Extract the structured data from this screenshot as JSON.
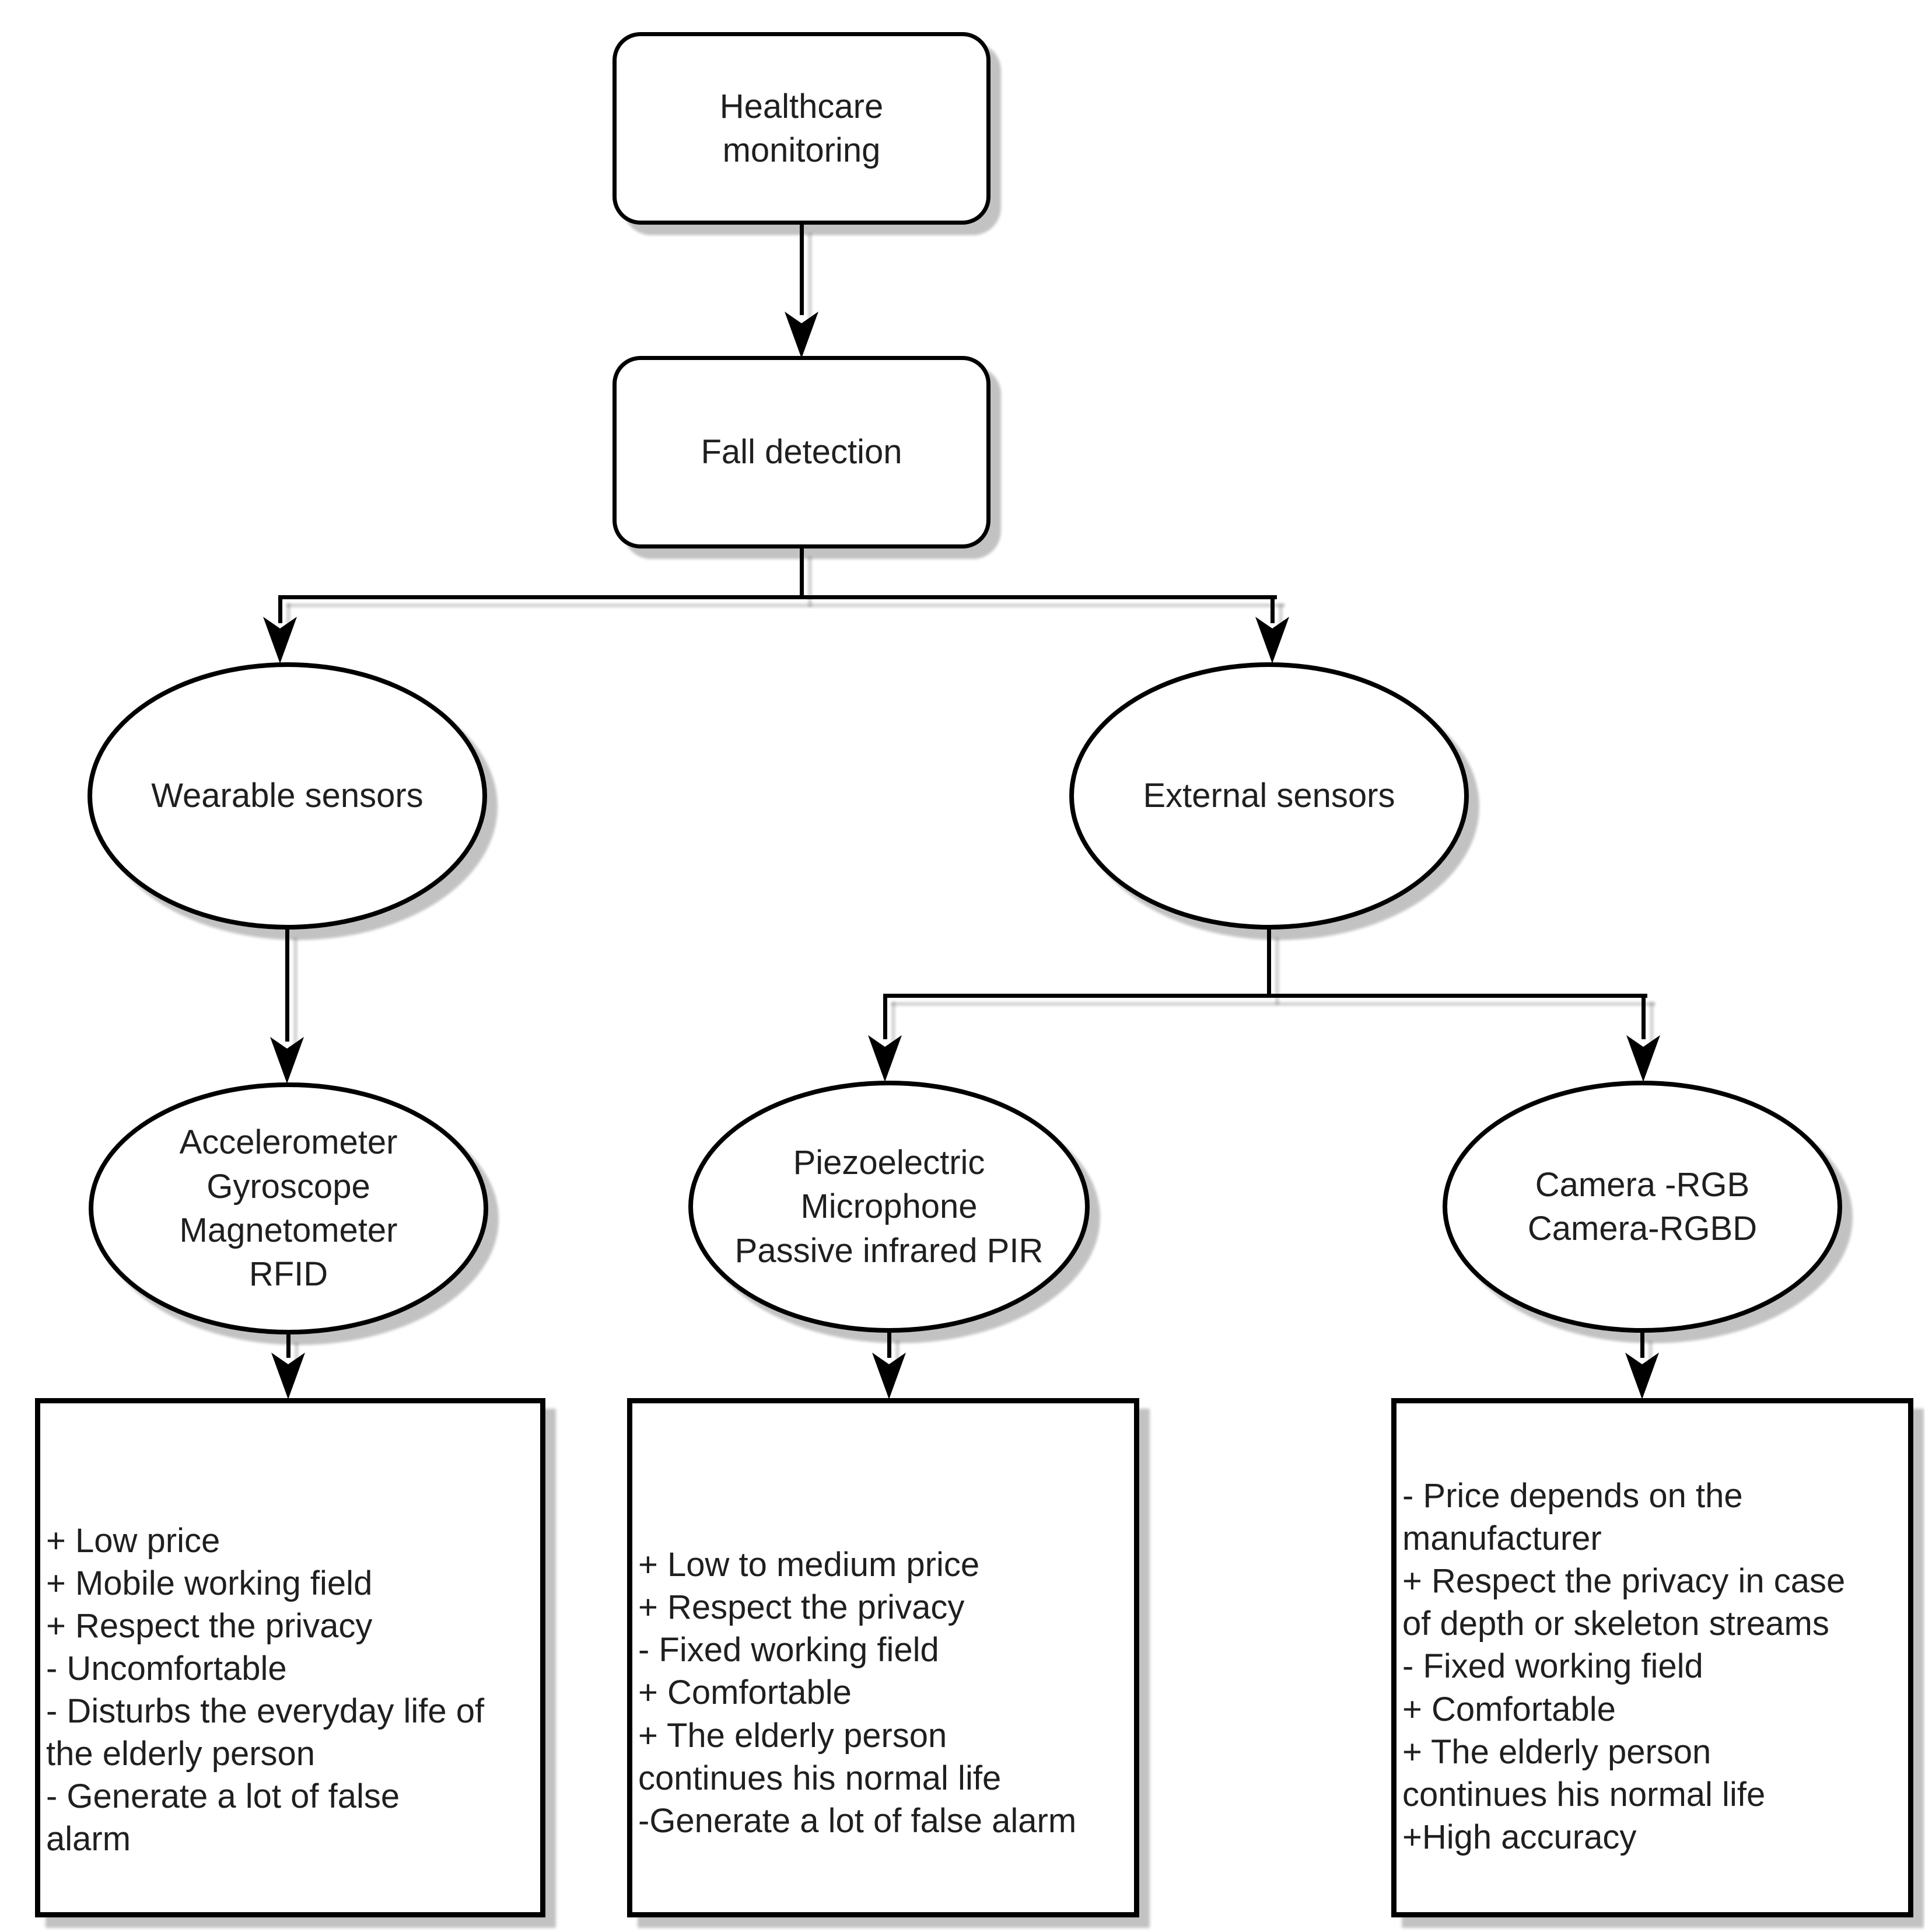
{
  "nodes": {
    "healthcare": {
      "label": "Healthcare\nmonitoring"
    },
    "fall_detection": {
      "label": "Fall detection"
    },
    "wearable": {
      "label": "Wearable sensors"
    },
    "external": {
      "label": "External sensors"
    },
    "wearable_types": {
      "label": "Accelerometer\nGyroscope\nMagnetometer\nRFID"
    },
    "ambient_types": {
      "label": "Piezoelectric\nMicrophone\nPassive infrared PIR"
    },
    "camera_types": {
      "label": "Camera -RGB\nCamera-RGBD"
    },
    "wearable_pros_cons": {
      "items": [
        "+ Low price",
        "+ Mobile working field",
        "+ Respect the privacy",
        "- Uncomfortable",
        "- Disturbs the everyday life of\nthe elderly person",
        "- Generate a lot of false\nalarm"
      ]
    },
    "ambient_pros_cons": {
      "items": [
        "+ Low to medium price",
        "+ Respect the privacy",
        "- Fixed working field",
        "+ Comfortable",
        "+ The elderly person\ncontinues his normal life",
        "-Generate a lot of false alarm"
      ]
    },
    "camera_pros_cons": {
      "items": [
        "- Price depends on the\nmanufacturer",
        "+ Respect the privacy in case\nof depth or skeleton streams",
        "- Fixed working field",
        "+ Comfortable",
        "+ The elderly person\ncontinues his normal life",
        "+High accuracy"
      ]
    }
  },
  "colors": {
    "line": "#000000",
    "text": "#1f1f1f",
    "shape_fill": "#ffffff",
    "shadow": "#c8c8c8"
  }
}
